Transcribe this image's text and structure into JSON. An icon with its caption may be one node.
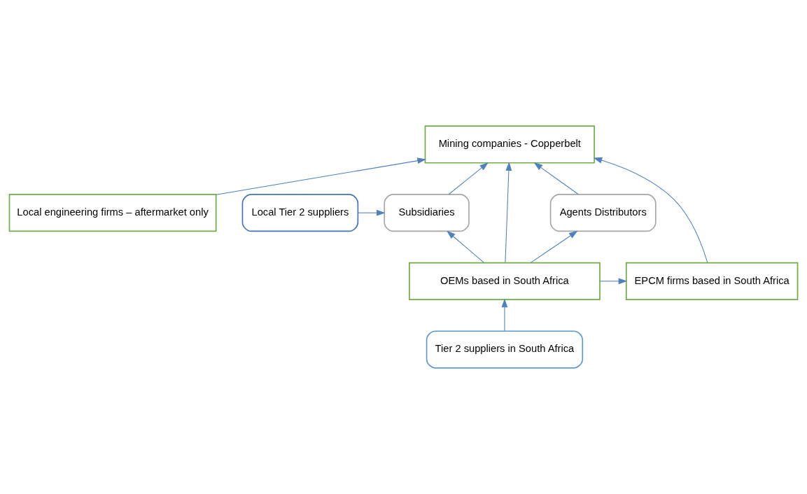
{
  "diagram": {
    "nodes": [
      {
        "text": [
          "Mining companies - Copperbelt"
        ]
      },
      {
        "text": [
          "Local engineering firms – aftermarket only"
        ]
      },
      {
        "text": [
          "Agents Distributors"
        ]
      },
      {
        "text": [
          "Subsidiaries"
        ]
      },
      {
        "text": [
          "Local Tier 2 suppliers"
        ]
      },
      {
        "text": [
          "EPCM firms based in South Africa"
        ]
      },
      {
        "text": [
          "OEMs based in South Africa"
        ]
      },
      {
        "text": [
          "Tier 2 suppliers in South Africa"
        ]
      }
    ],
    "edges": [
      {
        "from": 5,
        "to": 0,
        "arrow": "to"
      },
      {
        "from": 6,
        "to": 0,
        "arrow": "to"
      },
      {
        "from": 2,
        "to": 0,
        "arrow": "to"
      },
      {
        "from": 3,
        "to": 0,
        "arrow": "to"
      },
      {
        "from": 1,
        "to": 0,
        "arrow": "to"
      },
      {
        "from": 6,
        "to": 2,
        "arrow": "to"
      },
      {
        "from": 6,
        "to": 3,
        "arrow": "to"
      },
      {
        "from": 4,
        "to": 3,
        "arrow": "to"
      },
      {
        "from": 6,
        "to": 5,
        "arrow": "to"
      },
      {
        "from": 7,
        "to": 6,
        "arrow": "to"
      }
    ]
  }
}
